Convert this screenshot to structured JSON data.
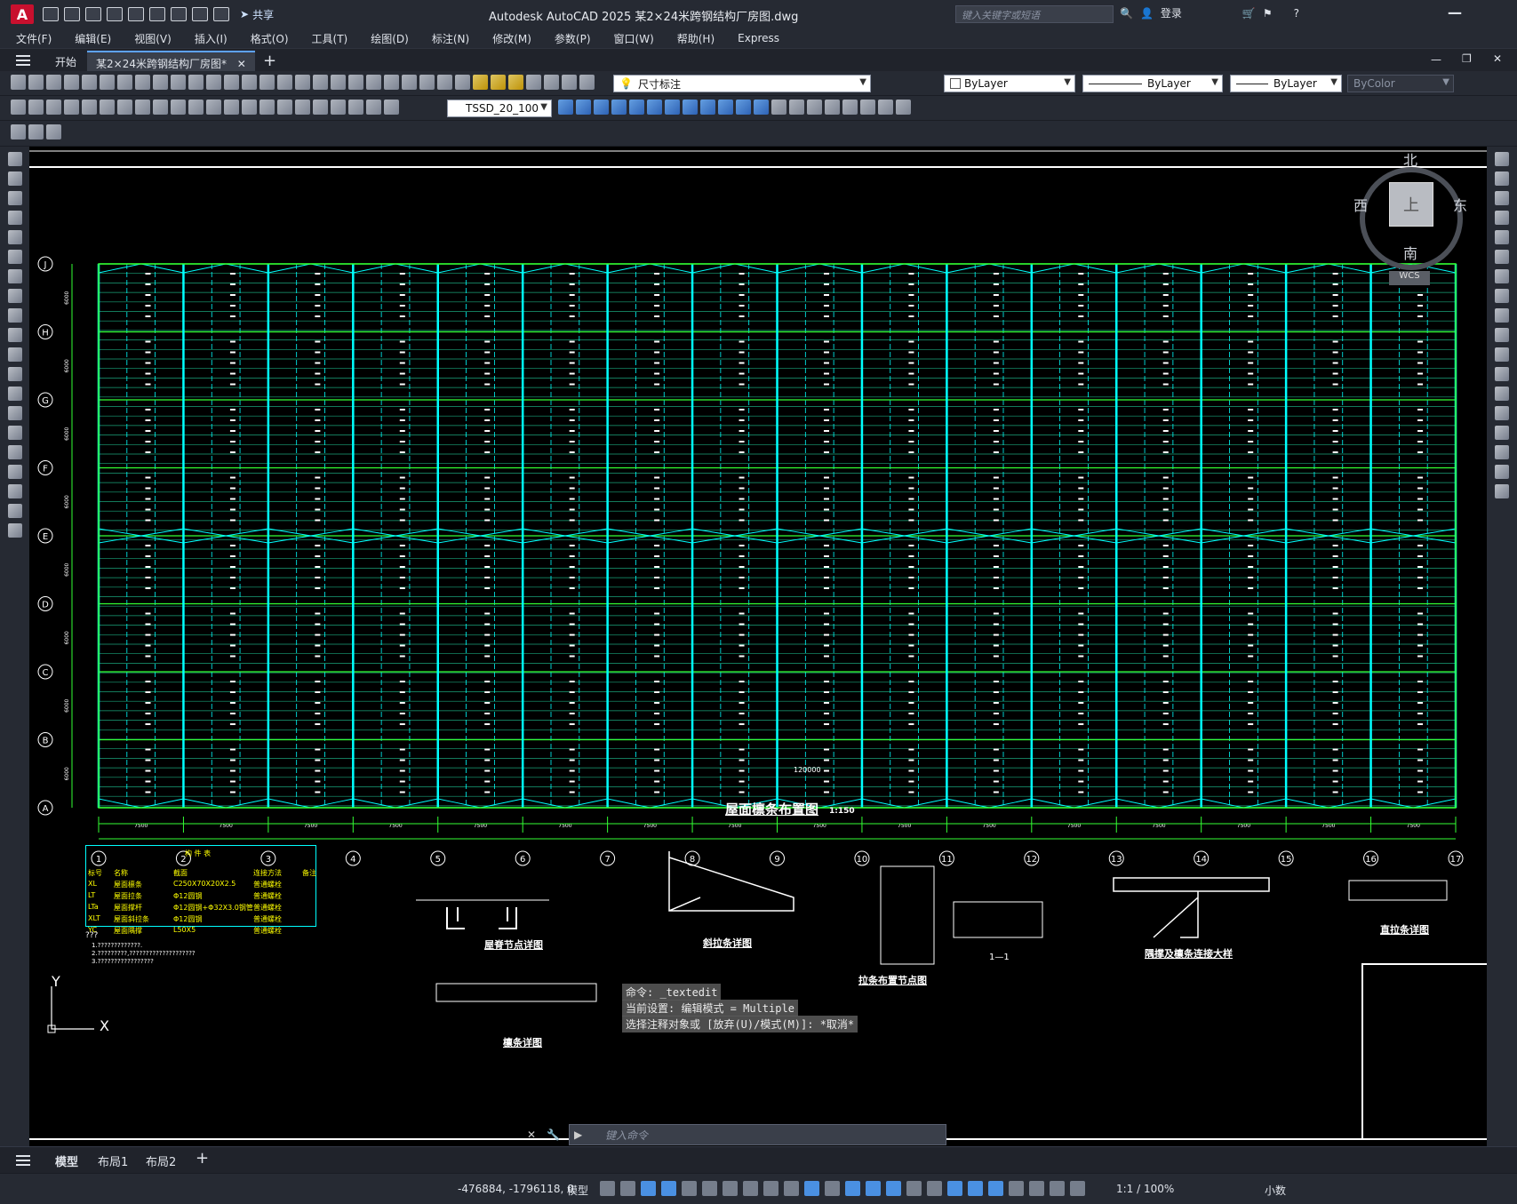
{
  "app": {
    "logo": "A",
    "title": "Autodesk AutoCAD 2025    某2×24米跨钢结构厂房图.dwg",
    "share_label": "共享",
    "search_placeholder": "键入关键字或短语",
    "login_label": "登录"
  },
  "menu": [
    "文件(F)",
    "编辑(E)",
    "视图(V)",
    "插入(I)",
    "格式(O)",
    "工具(T)",
    "绘图(D)",
    "标注(N)",
    "修改(M)",
    "参数(P)",
    "窗口(W)",
    "帮助(H)",
    "Express"
  ],
  "tabs": [
    {
      "label": "开始"
    },
    {
      "label": "某2×24米跨钢结构厂房图*",
      "active": true
    }
  ],
  "toolbar": {
    "layer_name": "尺寸标注",
    "color": "ByLayer",
    "linetype": "ByLayer",
    "lineweight": "ByLayer",
    "plotstyle": "ByColor",
    "dimstyle": "TSSD_20_100"
  },
  "compass": {
    "north": "北",
    "south": "南",
    "east": "东",
    "west": "西",
    "top": "上",
    "wcs": "WCS"
  },
  "drawing": {
    "row_labels": [
      "J",
      "H",
      "G",
      "F",
      "E",
      "D",
      "C",
      "B",
      "A"
    ],
    "col_labels": [
      "1",
      "2",
      "3",
      "4",
      "5",
      "6",
      "7",
      "8",
      "9",
      "10",
      "11",
      "12",
      "13",
      "14",
      "15",
      "16",
      "17"
    ],
    "bay_dim": "7500",
    "total_dim": "120000",
    "row_dim": "6000",
    "main_title": "屋面檩条布置图",
    "main_scale": "1:150",
    "member_table": {
      "title": "构  件  表",
      "headers": [
        "标号",
        "名称",
        "截面",
        "连接方法",
        "备注"
      ],
      "rows": [
        [
          "XL",
          "屋面檩条",
          "C250X70X20X2.5",
          "普通螺栓",
          ""
        ],
        [
          "LT",
          "屋面拉条",
          "Φ12圆钢",
          "普通螺栓",
          ""
        ],
        [
          "LTa",
          "屋面撑杆",
          "Φ12圆钢+Φ32X3.0钢管",
          "普通螺栓",
          ""
        ],
        [
          "XLT",
          "屋面斜拉条",
          "Φ12圆钢",
          "普通螺栓",
          ""
        ],
        [
          "YC",
          "屋面隅撑",
          "L50X5",
          "普通螺栓",
          ""
        ]
      ]
    },
    "notes": [
      "???",
      "1.?????????????.",
      "2.?????????,????????????????????",
      "3.?????????????????"
    ],
    "detail_labels": [
      "屋脊节点详图",
      "斜拉条详图",
      "拉条布置节点图",
      "1—1",
      "隅撑及檩条连接大样",
      "直拉条详图",
      "檩条详图"
    ]
  },
  "command": {
    "history": [
      "命令:  _textedit",
      "当前设置: 编辑模式 = Multiple",
      "选择注释对象或 [放弃(U)/模式(M)]: *取消*"
    ],
    "placeholder": "键入命令"
  },
  "layouts": [
    "模型",
    "布局1",
    "布局2"
  ],
  "status": {
    "coords": "-476884, -1796118, 0",
    "model_label": "模型",
    "scale": "1:1 / 100%",
    "units": "小数"
  }
}
